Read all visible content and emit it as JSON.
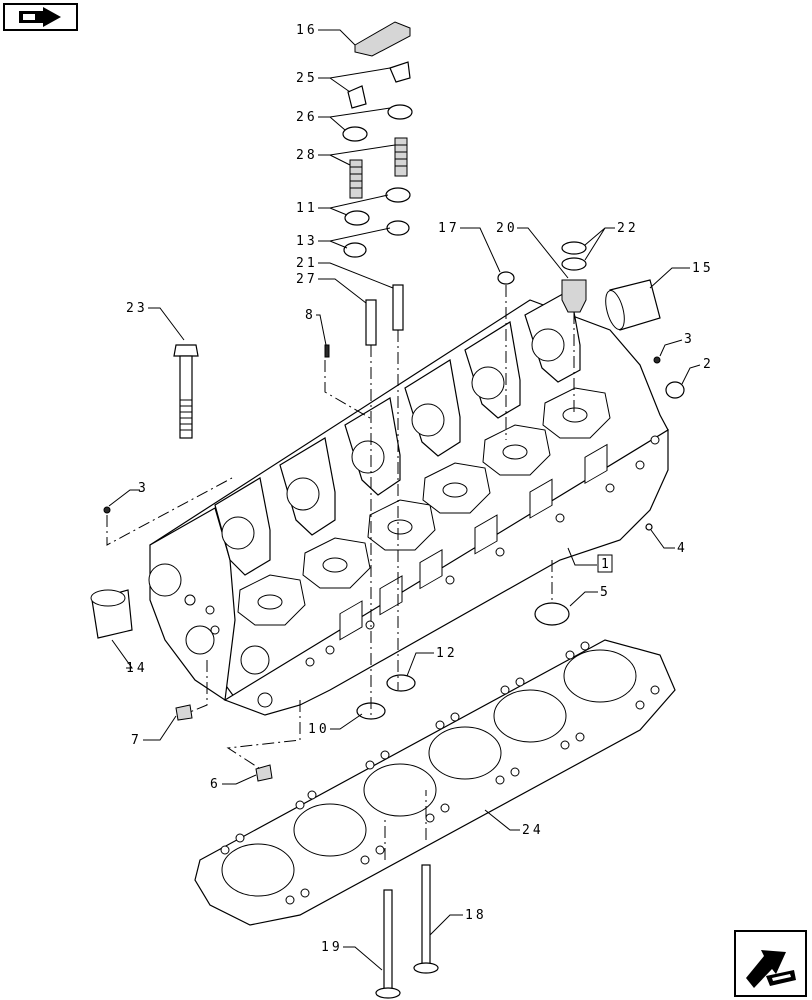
{
  "callouts": {
    "c1": "1",
    "c2": "2",
    "c3a": "3",
    "c3b": "3",
    "c4": "4",
    "c5": "5",
    "c6": "6",
    "c7": "7",
    "c8": "8",
    "c10": "10",
    "c11": "11",
    "c12": "12",
    "c13": "13",
    "c14": "14",
    "c15": "15",
    "c16": "16",
    "c17": "17",
    "c18": "18",
    "c19": "19",
    "c20": "20",
    "c21": "21",
    "c22": "22",
    "c23": "23",
    "c24": "24",
    "c25": "25",
    "c26": "26",
    "c27": "27",
    "c28": "28"
  },
  "icons": {
    "prev": "previous-page-icon",
    "next": "next-page-icon"
  }
}
